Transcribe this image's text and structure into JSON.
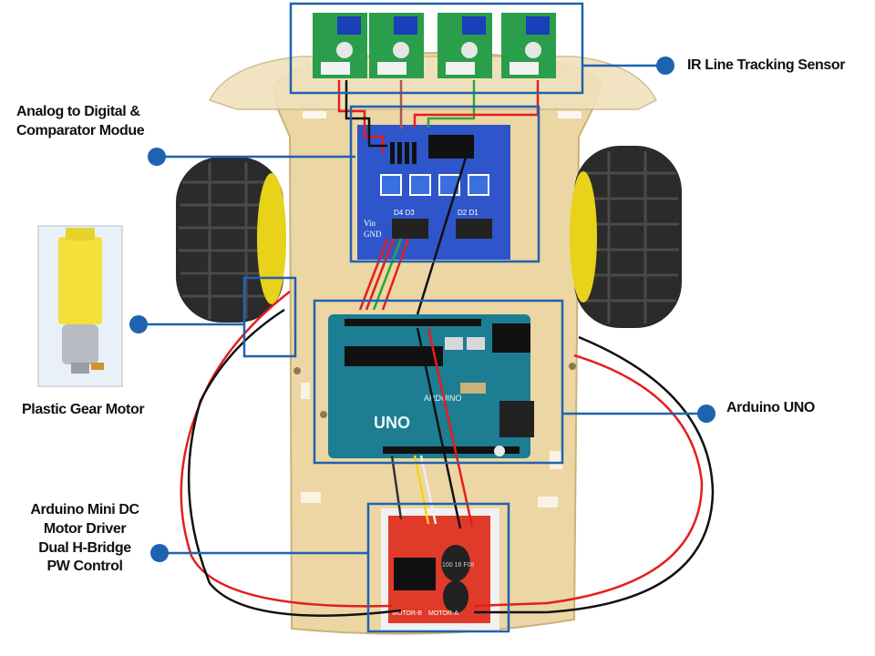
{
  "colors": {
    "callout": "#1f63b0",
    "chassis": "#ecd6a4",
    "wheel": "#2b2b2b",
    "hub": "#e8d21a",
    "sensor_pcb": "#2a9e4b",
    "module_pcb": "#2e55c9",
    "arduino_pcb": "#1c7d93",
    "driver_pcb": "#e03a2a",
    "motor_yellow": "#f3e03a",
    "wire_red": "#e41e1e",
    "wire_black": "#111111",
    "wire_green": "#2aa836",
    "wire_yellow": "#f2d21a",
    "wire_white": "#eeeeee"
  },
  "labels": {
    "ir_sensor": "IR Line Tracking Sensor",
    "adc_module": [
      "Analog to Digital &",
      "Comparator Modue"
    ],
    "gear_motor": "Plastic Gear Motor",
    "arduino": "Arduino UNO",
    "motor_driver": [
      "Arduino Mini DC",
      "Motor Driver",
      "Dual H-Bridge",
      "PW Control"
    ]
  },
  "board_text": {
    "arduino_brand": "UNO",
    "arduino_silk": "ARDUINO",
    "driver_motor_b": "MOTOR-B",
    "driver_motor_a": "MOTOR-A",
    "module_pins_left": "D4 D3",
    "module_pins_right": "D2 D1",
    "module_vin": "Vin",
    "module_gnd": "GND",
    "capacitor": "100 16 F08"
  },
  "icons": [
    "callout-dot-icon",
    "potentiometer-icon",
    "ir-emitter-icon"
  ]
}
